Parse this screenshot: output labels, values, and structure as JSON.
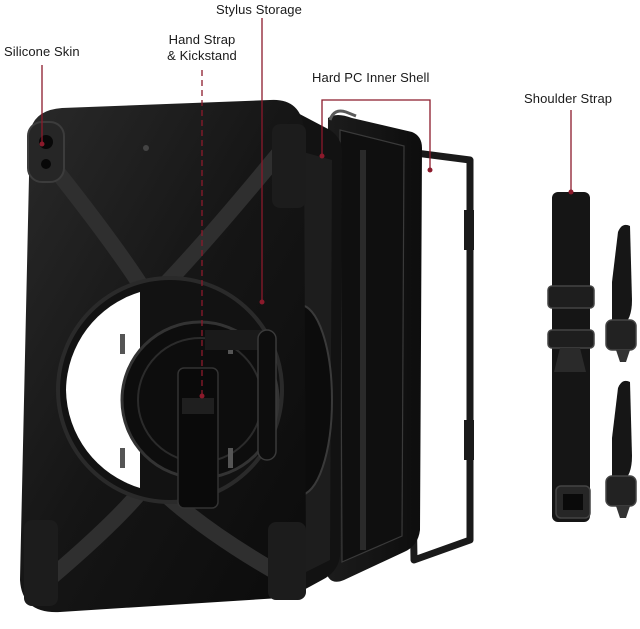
{
  "labels": {
    "silicone_skin": "Silicone Skin",
    "hand_strap_line1": "Hand Strap",
    "hand_strap_line2": "& Kickstand",
    "stylus_storage": "Stylus Storage",
    "hard_pc_inner_shell": "Hard PC Inner Shell",
    "shoulder_strap": "Shoulder Strap"
  },
  "colors": {
    "callout_line": "#8b1a2b",
    "case_body": "#141414",
    "case_highlight": "#2c2c2c",
    "background": "#ffffff"
  }
}
